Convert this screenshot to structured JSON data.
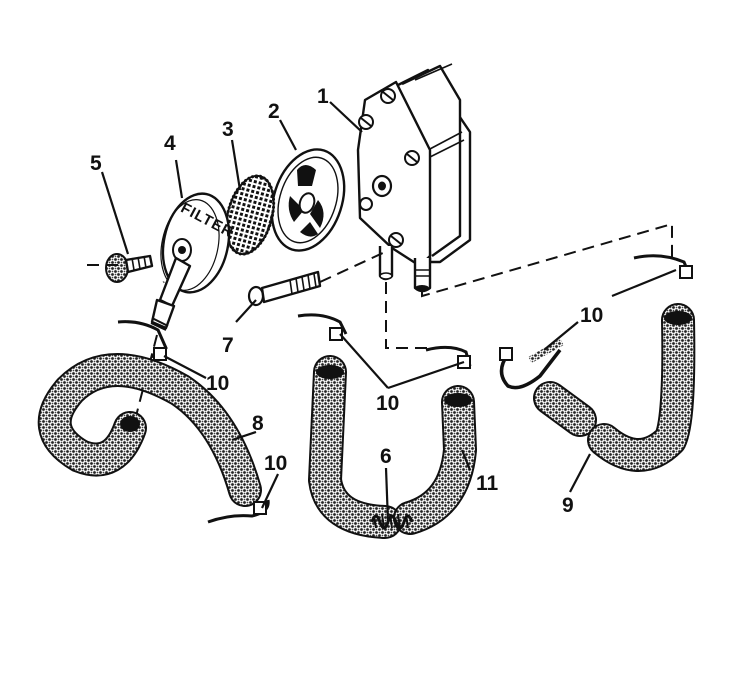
{
  "colors": {
    "ink": "#111111",
    "hose_texture": "#2b2b2b",
    "background": "#ffffff"
  },
  "callouts": [
    {
      "id": "1",
      "text": "1"
    },
    {
      "id": "2",
      "text": "2"
    },
    {
      "id": "3",
      "text": "3"
    },
    {
      "id": "4",
      "text": "4"
    },
    {
      "id": "5",
      "text": "5"
    },
    {
      "id": "6",
      "text": "6"
    },
    {
      "id": "7",
      "text": "7"
    },
    {
      "id": "8",
      "text": "8"
    },
    {
      "id": "9",
      "text": "9"
    },
    {
      "id": "10a",
      "text": "10"
    },
    {
      "id": "10b",
      "text": "10"
    },
    {
      "id": "10c",
      "text": "10"
    },
    {
      "id": "10d",
      "text": "10"
    },
    {
      "id": "11",
      "text": "11"
    }
  ],
  "filter_cover_stamp": "FILTER"
}
